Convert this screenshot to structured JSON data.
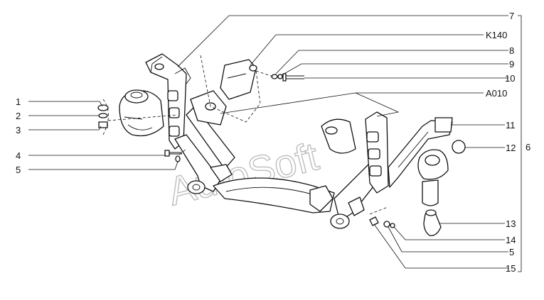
{
  "labels": {
    "l1": "1",
    "l2": "2",
    "l3": "3",
    "l4": "4",
    "l5a": "5",
    "l7": "7",
    "lK140": "K140",
    "l8": "8",
    "l9": "9",
    "l10": "10",
    "lA010": "A010",
    "l11": "11",
    "l12": "12",
    "l6": "6",
    "l13": "13",
    "l14": "14",
    "l5b": "5",
    "l15": "15"
  },
  "watermark": "AutoSoft"
}
